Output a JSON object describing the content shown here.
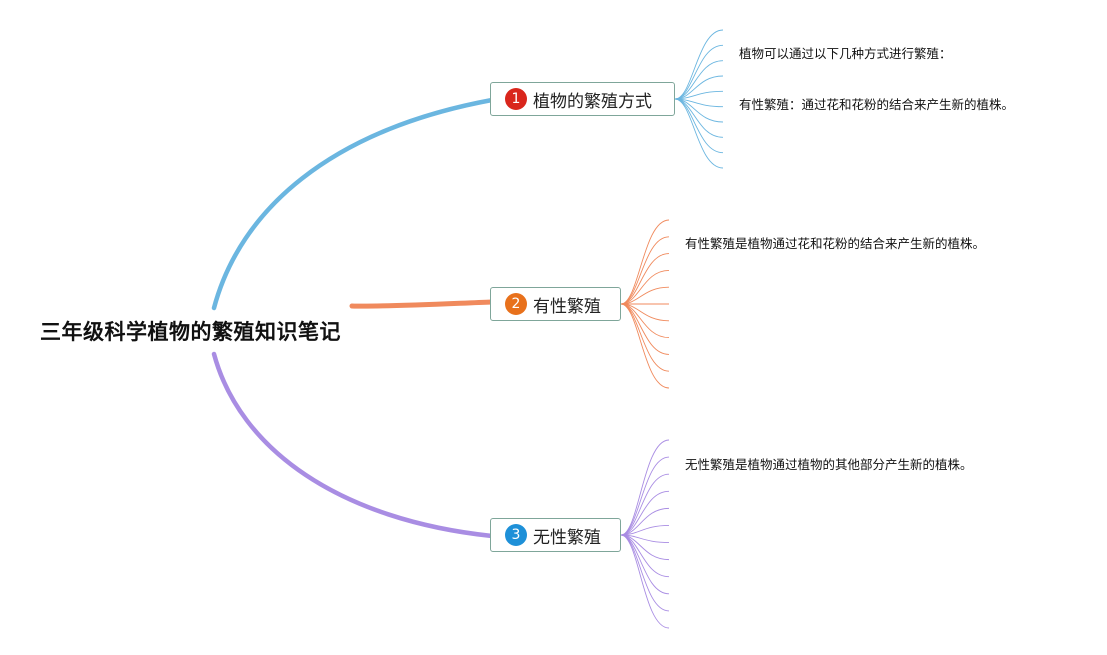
{
  "root": {
    "title": "三年级科学植物的繁殖知识笔记"
  },
  "branches": [
    {
      "id": "1",
      "num": "1",
      "label": "植物的繁殖方式",
      "color": "#6bb6e0",
      "badge_color": "#d9261c",
      "notes": [
        "植物可以通过以下几种方式进行繁殖：",
        "有性繁殖：通过花和花粉的结合来产生新的植株。"
      ]
    },
    {
      "id": "2",
      "num": "2",
      "label": "有性繁殖",
      "color": "#f08a5d",
      "badge_color": "#e8711c",
      "notes": [
        "有性繁殖是植物通过花和花粉的结合来产生新的植株。"
      ]
    },
    {
      "id": "3",
      "num": "3",
      "label": "无性繁殖",
      "color": "#a98de3",
      "badge_color": "#1e90d8",
      "notes": [
        "无性繁殖是植物通过植物的其他部分产生新的植株。"
      ]
    }
  ]
}
